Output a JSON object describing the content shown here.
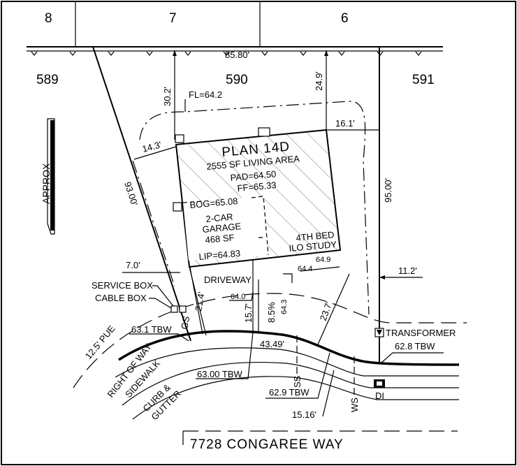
{
  "lots": {
    "rear_left": "8",
    "rear_mid": "7",
    "rear_right": "6",
    "left": "589",
    "subject": "590",
    "right": "591"
  },
  "dimensions": {
    "rear_line": "85.80'",
    "setback_front_left": "30.2'",
    "setback_front_right": "24.9'",
    "side_right": "16.1'",
    "side_left": "14.3'",
    "left_line": "93.00'",
    "right_line": "95.00'",
    "drive_left": "7.0'",
    "right_offset": "11.2'",
    "drive_width": "21.4'",
    "drive_depth": "15.7'",
    "slope": "8.5%",
    "front_diag": "23.7'",
    "arc": "43.49'",
    "curb_offset": "15.16'"
  },
  "elevations": {
    "fl": "FL=64.2",
    "bog": "BOG=65.08",
    "lip": "LIP=64.83",
    "e649": "64.9",
    "e644": "64.4",
    "e640": "64.0",
    "e643": "64.3",
    "tbw_631": "63.1 TBW",
    "tbw_628": "62.8 TBW",
    "tbw_6300": "63.00 TBW",
    "tbw_629": "62.9 TBW"
  },
  "house": {
    "plan": "PLAN 14D",
    "area": "2555 SF LIVING AREA",
    "pad": "PAD=64.50",
    "ff": "FF=65.33",
    "garage1": "2-CAR",
    "garage2": "GARAGE",
    "garage3": "468 SF",
    "bed1": "4TH BED",
    "bed2": "ILO STUDY"
  },
  "labels": {
    "driveway": "DRIVEWAY",
    "service_box": "SERVICE BOX",
    "cable_box": "CABLE BOX",
    "pue": "12.5' PUE",
    "row": "RIGHT OF WAY",
    "sidewalk": "SIDEWALK",
    "curb1": "CURB &",
    "curb2": "GUTTER",
    "gs": "GS",
    "ss": "SS",
    "ws": "WS",
    "transformer": "TRANSFORMER",
    "di": "DI",
    "address": "7728 CONGAREE WAY",
    "approx": "APPROX"
  }
}
